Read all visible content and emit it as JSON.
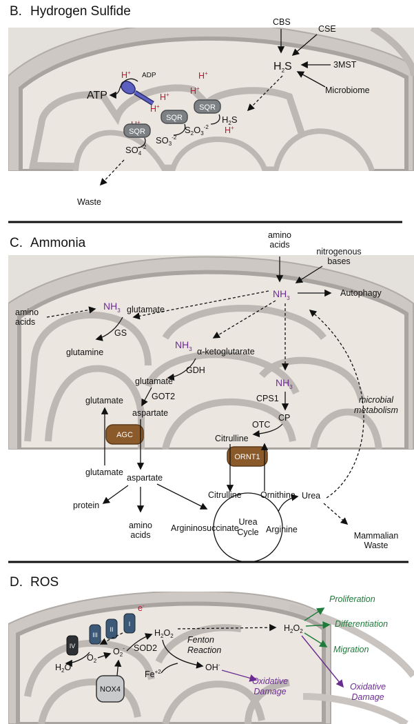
{
  "panels": {
    "b": {
      "letter": "B.",
      "title": "Hydrogen Sulfide",
      "sources": [
        "CBS",
        "CSE",
        "3MST",
        "Microbiome"
      ],
      "h2s": "H2S",
      "atp": "ATP",
      "adp": "ADP",
      "hplus": "H+",
      "sqr": "SQR",
      "so3": "SO3-2",
      "s2o3": "S2O3-2",
      "so4": "SO4-2",
      "waste": "Waste"
    },
    "c": {
      "letter": "C.",
      "title": "Ammonia",
      "amino_acids": "amino acids",
      "nitrogenous_bases": "nitrogenous bases",
      "nh3": "NH3",
      "autophagy": "Autophagy",
      "glutamate": "glutamate",
      "glutamine": "glutamine",
      "gs": "GS",
      "akg": "α-ketoglutarate",
      "gdh": "GDH",
      "got2": "GOT2",
      "aspartate": "aspartate",
      "agc": "AGC",
      "cps1": "CPS1",
      "cp": "CP",
      "otc": "OTC",
      "citrulline": "Citrulline",
      "ornt1": "ORNT1",
      "ornithine": "Ornithine",
      "urea": "Urea",
      "urea_cycle": "Urea Cycle",
      "argininosuccinate": "Argininosuccinate",
      "arginine": "Arginine",
      "protein": "protein",
      "microbial_metabolism": "microbial metabolism",
      "mammalian_waste": "Mammalian Waste"
    },
    "d": {
      "letter": "D.",
      "title": "ROS",
      "complexes": [
        "IV",
        "III",
        "II",
        "I"
      ],
      "electron": "e-",
      "h2o": "H2O",
      "o2": "O2",
      "o2rad": "O2-",
      "sod2": "SOD2",
      "h2o2": "H2O2",
      "fenton": "Fenton Reaction",
      "fe": "Fe+2",
      "oh": "OH-",
      "nox4": "NOX4",
      "proliferation": "Proliferation",
      "differentiation": "Differentiation",
      "migration": "Migration",
      "oxidative_damage": "Oxidative Damage"
    }
  },
  "colors": {
    "red": "#c8102e",
    "purple": "#6a2c91",
    "green": "#1e7b3a",
    "brown": "#8b5a2b",
    "membrane": "#bfbab5",
    "matrix": "#f2ede6",
    "complex_blue": "#3c5a78",
    "atp_synthase": "#5b5fbf"
  }
}
